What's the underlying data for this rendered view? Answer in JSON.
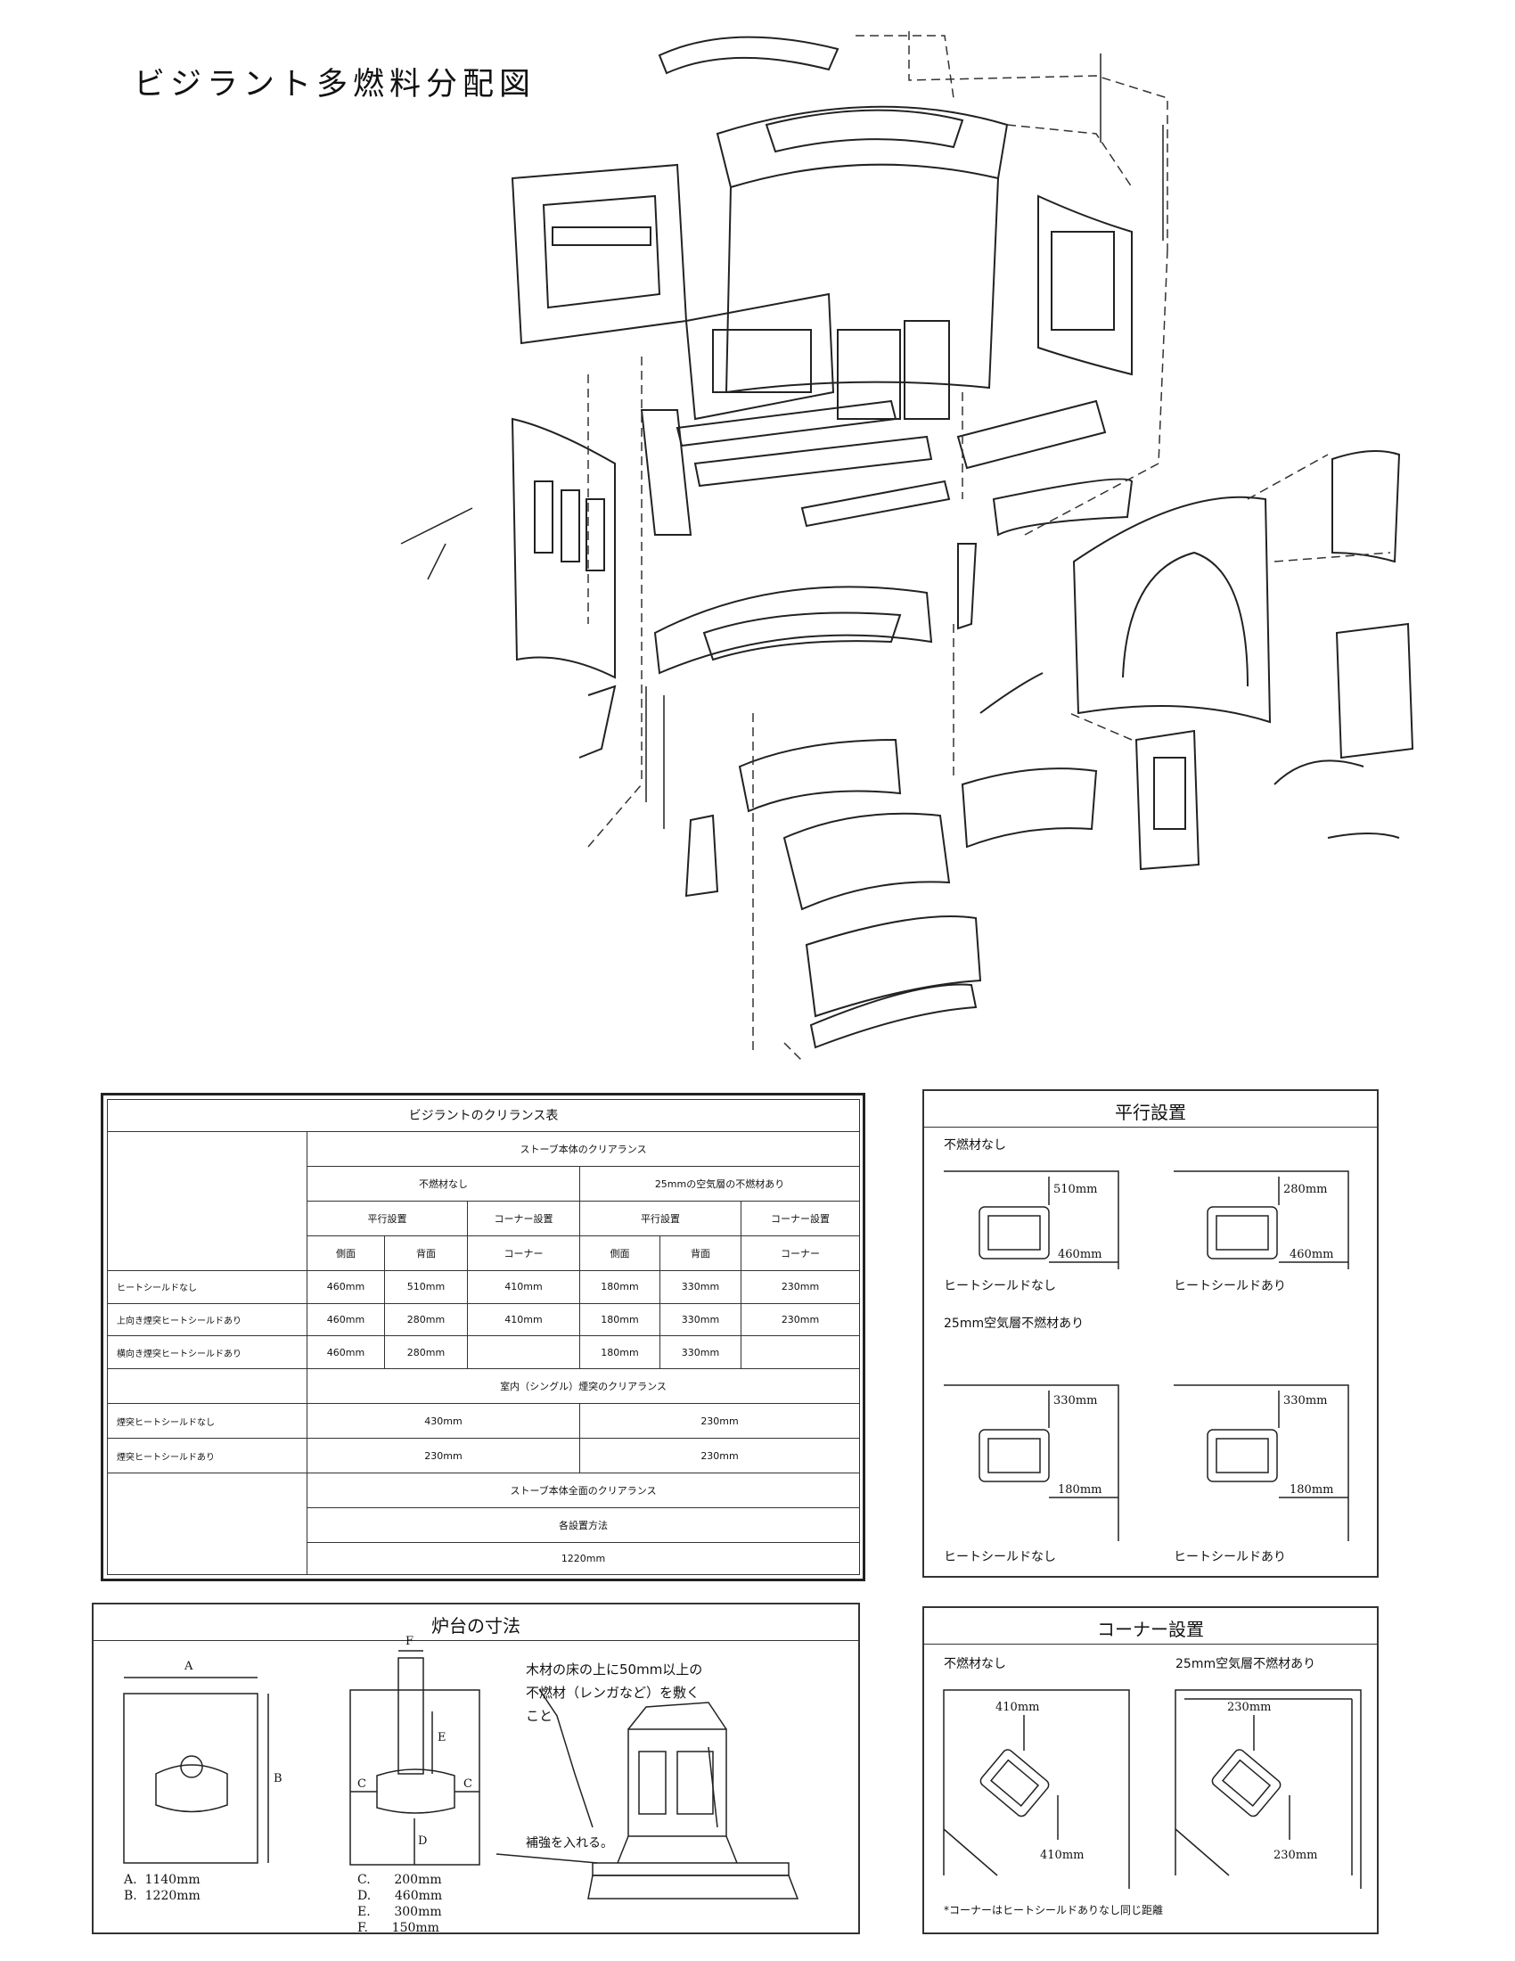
{
  "page_title": "ビジラント多燃料分配図",
  "clearance_table": {
    "title": "ビジラントのクリランス表",
    "header_body": "ストーブ本体のクリアランス",
    "group_none": "不燃材なし",
    "group_air": "25mmの空気層の不燃材あり",
    "parallel": "平行設置",
    "corner": "コーナー設置",
    "side": "側面",
    "back": "背面",
    "corner_col": "コーナー",
    "rows": [
      {
        "label": "ヒートシールドなし",
        "v": [
          "460mm",
          "510mm",
          "410mm",
          "180mm",
          "330mm",
          "230mm"
        ]
      },
      {
        "label": "上向き煙突ヒートシールドあり",
        "v": [
          "460mm",
          "280mm",
          "410mm",
          "180mm",
          "330mm",
          "230mm"
        ]
      },
      {
        "label": "横向き煙突ヒートシールドあり",
        "v": [
          "460mm",
          "280mm",
          "",
          "180mm",
          "330mm",
          ""
        ]
      }
    ],
    "header_chimney": "室内（シングル）煙突のクリアランス",
    "chimney_rows": [
      {
        "label": "煙突ヒートシールドなし",
        "v": [
          "430mm",
          "230mm"
        ]
      },
      {
        "label": "煙突ヒートシールドあり",
        "v": [
          "230mm",
          "230mm"
        ]
      }
    ],
    "header_front": "ストーブ本体全面のクリアランス",
    "all_methods": "各設置方法",
    "front_value": "1220mm"
  },
  "parallel_panel": {
    "title": "平行設置",
    "no_material": "不燃材なし",
    "air_material": "25mm空気層不燃材あり",
    "no_shield": "ヒートシールドなし",
    "with_shield": "ヒートシールドあり",
    "d_510": "510mm",
    "d_280": "280mm",
    "d_460": "460mm",
    "d_330": "330mm",
    "d_180": "180mm"
  },
  "hearth_panel": {
    "title": "炉台の寸法",
    "lbl_a": "A",
    "lbl_b": "B",
    "lbl_c": "C",
    "lbl_d": "D",
    "lbl_e": "E",
    "lbl_f": "F",
    "note_line1": "木材の床の上に50mm以上の",
    "note_line2": "不燃材（レンガなど）を敷く",
    "note_line3": "こと",
    "reinforce": "補強を入れる。",
    "legend_left": "A.  1140mm\nB.  1220mm",
    "legend_right": "C.      200mm\nD.      460mm\nE.      300mm\nF.      150mm"
  },
  "corner_panel": {
    "title": "コーナー設置",
    "no_material": "不燃材なし",
    "air_material": "25mm空気層不燃材あり",
    "d_410": "410mm",
    "d_230": "230mm",
    "footnote": "*コーナーはヒートシールドありなし同じ距離"
  }
}
